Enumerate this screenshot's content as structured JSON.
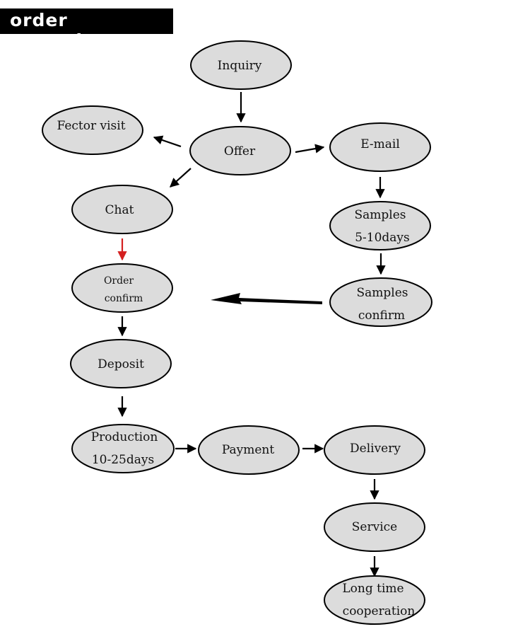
{
  "title": "order procedure",
  "nodes": {
    "inquiry": {
      "lines": [
        "Inquiry"
      ]
    },
    "offer": {
      "lines": [
        "Offer"
      ]
    },
    "factor_visit": {
      "lines": [
        "Fector visit"
      ]
    },
    "email": {
      "lines": [
        "E-mail"
      ]
    },
    "chat": {
      "lines": [
        "Chat"
      ]
    },
    "samples": {
      "lines": [
        "Samples",
        "5-10days"
      ]
    },
    "order_confirm": {
      "lines": [
        "Order",
        "confirm"
      ]
    },
    "samples_confirm": {
      "lines": [
        "Samples",
        "confirm"
      ]
    },
    "deposit": {
      "lines": [
        "Deposit"
      ]
    },
    "production": {
      "lines": [
        "Production",
        "10-25days"
      ]
    },
    "payment": {
      "lines": [
        "Payment"
      ]
    },
    "delivery": {
      "lines": [
        "Delivery"
      ]
    },
    "service": {
      "lines": [
        "Service"
      ]
    },
    "long_time": {
      "lines": [
        "Long time",
        "cooperation"
      ]
    }
  },
  "colors": {
    "node_fill": "#dcdcdc",
    "arrow": "#000000",
    "highlight_arrow": "#d42020",
    "banner": "#000000"
  }
}
